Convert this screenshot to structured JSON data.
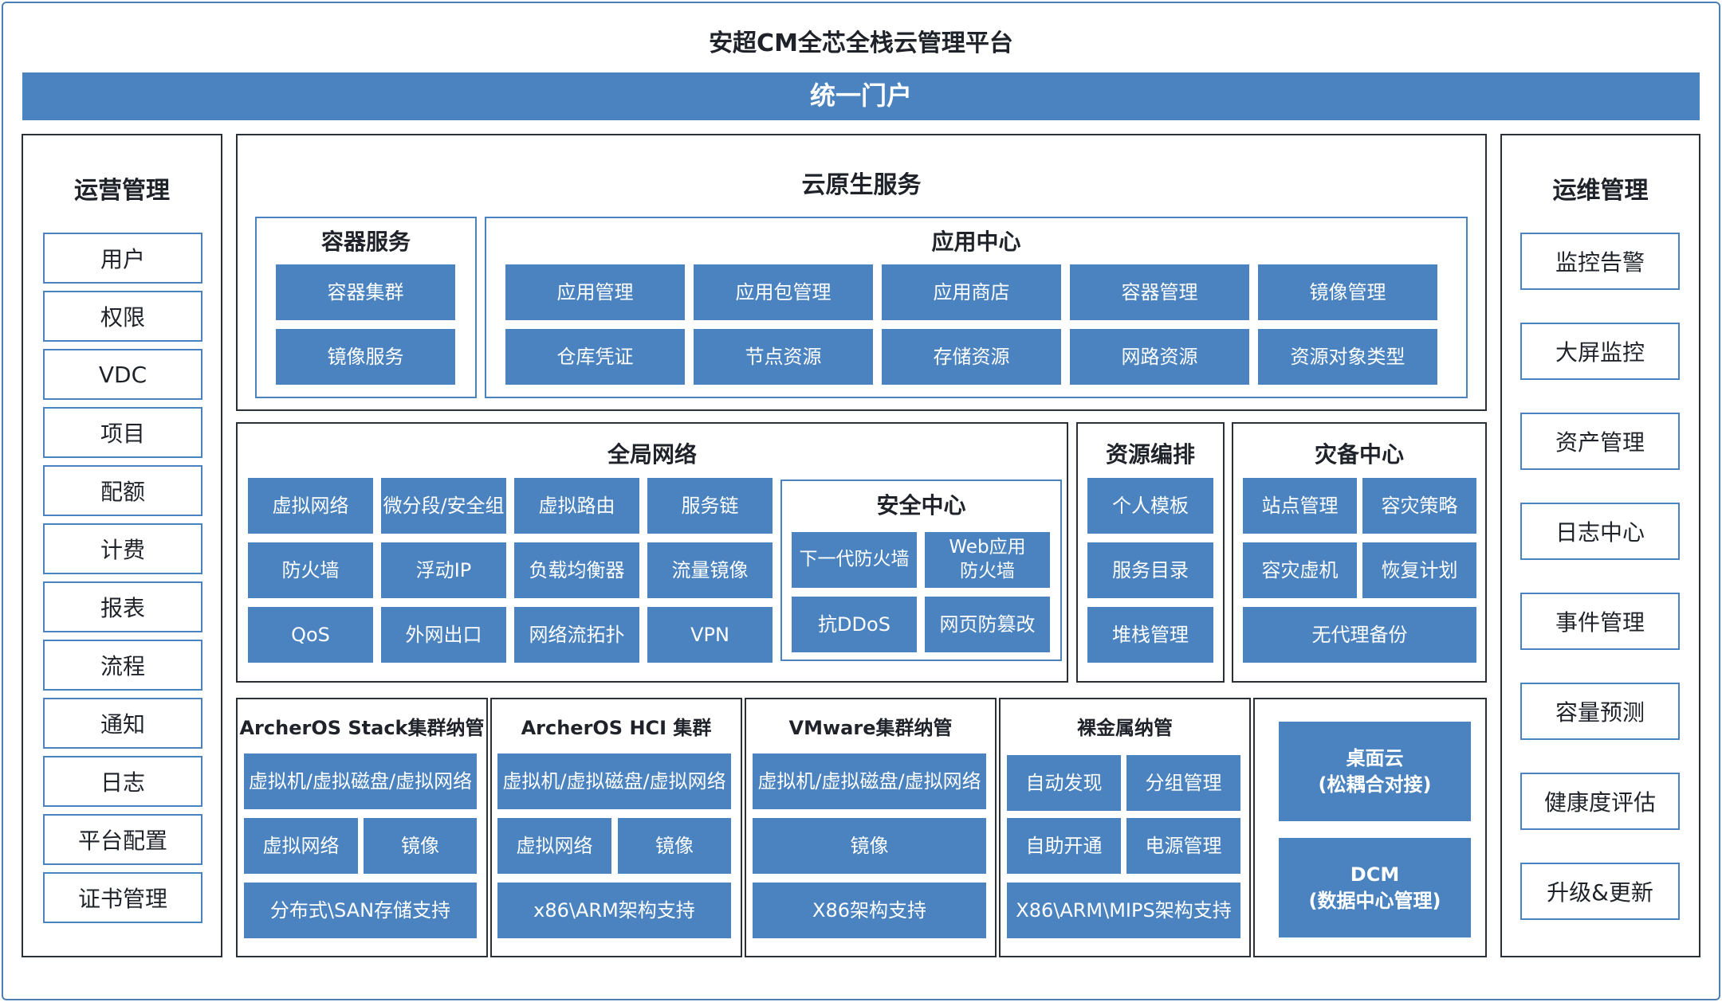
{
  "platform_title": "安超CM全芯全栈云管理平台",
  "portal": "统一门户",
  "ops_management": {
    "title": "运营管理",
    "items": [
      "用户",
      "权限",
      "VDC",
      "项目",
      "配额",
      "计费",
      "报表",
      "流程",
      "通知",
      "日志",
      "平台配置",
      "证书管理"
    ]
  },
  "maintenance": {
    "title": "运维管理",
    "items": [
      "监控告警",
      "大屏监控",
      "资产管理",
      "日志中心",
      "事件管理",
      "容量预测",
      "健康度评估",
      "升级&更新"
    ]
  },
  "cloud_native": {
    "title": "云原生服务",
    "container": {
      "title": "容器服务",
      "items": [
        "容器集群",
        "镜像服务"
      ]
    },
    "app_center": {
      "title": "应用中心",
      "items": [
        "应用管理",
        "应用包管理",
        "应用商店",
        "容器管理",
        "镜像管理",
        "仓库凭证",
        "节点资源",
        "存储资源",
        "网路资源",
        "资源对象类型"
      ]
    }
  },
  "global_network": {
    "title": "全局网络",
    "items": [
      "虚拟网络",
      "微分段/安全组",
      "虚拟路由",
      "服务链",
      "防火墙",
      "浮动IP",
      "负载均衡器",
      "流量镜像",
      "QoS",
      "外网出口",
      "网络流拓扑",
      "VPN"
    ],
    "security": {
      "title": "安全中心",
      "items": [
        "下一代防火墙",
        "Web应用\n防火墙",
        "抗DDoS",
        "网页防篡改"
      ]
    }
  },
  "orchestration": {
    "title": "资源编排",
    "items": [
      "个人模板",
      "服务目录",
      "堆栈管理"
    ]
  },
  "disaster": {
    "title": "灾备中心",
    "items": [
      "站点管理",
      "容灾策略",
      "容灾虚机",
      "恢复计划",
      "无代理备份"
    ]
  },
  "clusters": [
    {
      "title": "ArcherOS Stack集群纳管",
      "row1": "虚拟机/虚拟磁盘/虚拟网络",
      "row2a": "虚拟网络",
      "row2b": "镜像",
      "row3": "分布式\\SAN存储支持"
    },
    {
      "title": "ArcherOS HCI 集群",
      "row1": "虚拟机/虚拟磁盘/虚拟网络",
      "row2a": "虚拟网络",
      "row2b": "镜像",
      "row3": "x86\\ARM架构支持"
    },
    {
      "title": "VMware集群纳管",
      "row1": "虚拟机/虚拟磁盘/虚拟网络",
      "row2": "镜像",
      "row3": "X86架构支持"
    }
  ],
  "bare_metal": {
    "title": "裸金属纳管",
    "items": [
      "自动发现",
      "分组管理",
      "自助开通",
      "电源管理"
    ],
    "row3": "X86\\ARM\\MIPS架构支持"
  },
  "extras": {
    "desktop": "桌面云\n(松耦合对接)",
    "dcm": "DCM\n(数据中心管理)"
  },
  "colors": {
    "primary": "#4a83bf",
    "border": "#2b2f36",
    "outer": "#4d7fb3"
  }
}
